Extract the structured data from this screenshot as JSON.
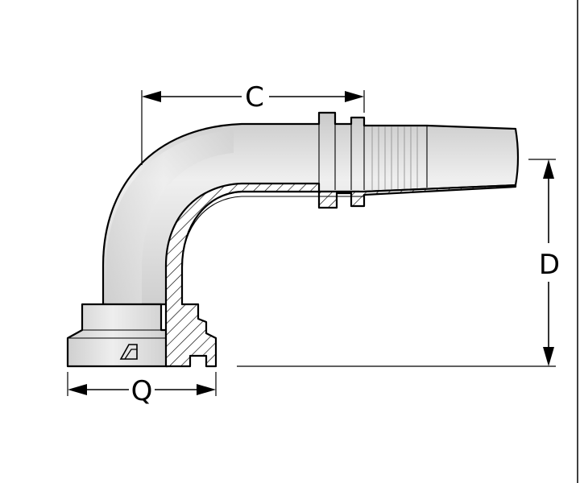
{
  "diagram": {
    "dimensions": {
      "c": "C",
      "d": "D",
      "q": "Q"
    }
  },
  "colors": {
    "body_fill": "#d6d6d6",
    "body_highlight": "#f2f2f2",
    "section_fill": "#ffffff",
    "line": "#000000"
  },
  "icons": {
    "logo": "manufacturer-logo-icon"
  }
}
